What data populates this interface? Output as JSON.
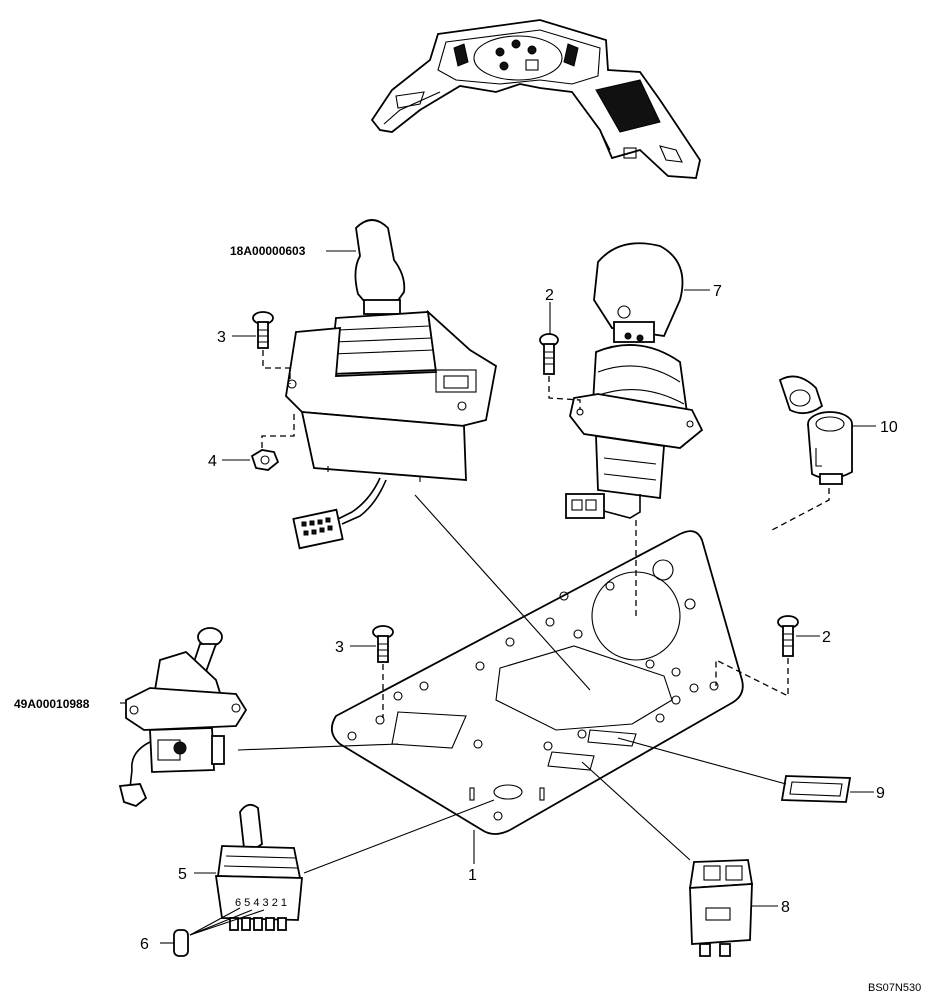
{
  "diagram": {
    "callouts": [
      {
        "id": "c1",
        "text": "1"
      },
      {
        "id": "c2a",
        "text": "2"
      },
      {
        "id": "c2b",
        "text": "2"
      },
      {
        "id": "c3a",
        "text": "3"
      },
      {
        "id": "c3b",
        "text": "3"
      },
      {
        "id": "c4",
        "text": "4"
      },
      {
        "id": "c5",
        "text": "5"
      },
      {
        "id": "c6",
        "text": "6"
      },
      {
        "id": "c7",
        "text": "7"
      },
      {
        "id": "c8",
        "text": "8"
      },
      {
        "id": "c9",
        "text": "9"
      },
      {
        "id": "c10",
        "text": "10"
      }
    ],
    "part_numbers": {
      "joystick_left": "18A00000603",
      "lever_unit": "49A00010988"
    },
    "drawing_code": "BS07N530"
  }
}
